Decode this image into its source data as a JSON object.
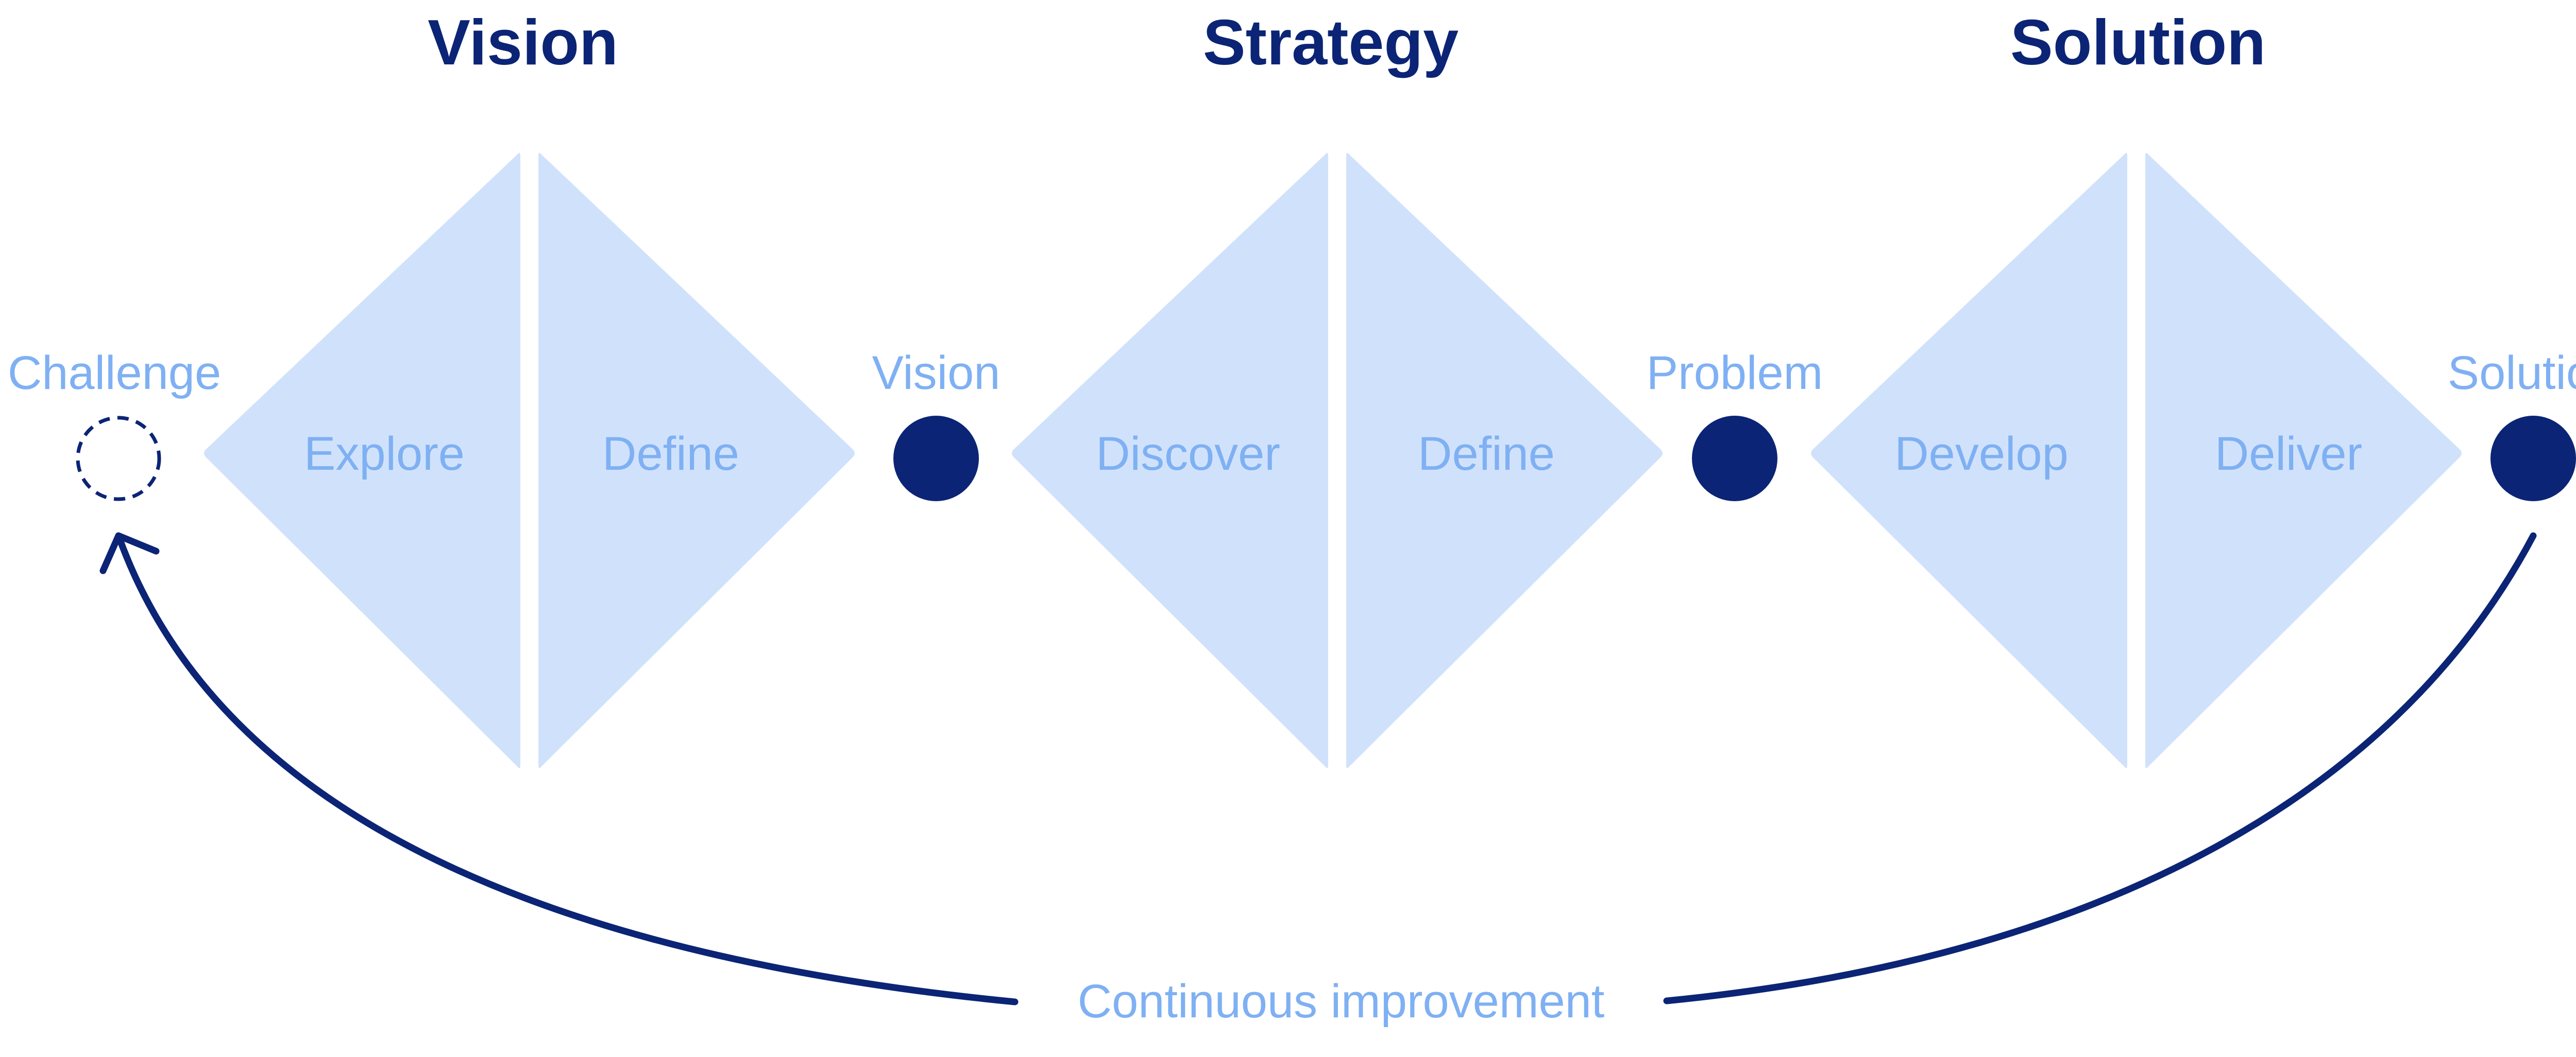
{
  "colors": {
    "heading": "#0b2475",
    "label": "#7fb0f3",
    "triangle_fill": "#d0e2fb",
    "milestone": "#0b2475",
    "background": "#ffffff"
  },
  "phases": [
    {
      "heading": "Vision",
      "left_label": "Explore",
      "right_label": "Define"
    },
    {
      "heading": "Strategy",
      "left_label": "Discover",
      "right_label": "Define"
    },
    {
      "heading": "Solution",
      "left_label": "Develop",
      "right_label": "Deliver"
    }
  ],
  "milestones": [
    {
      "label": "Challenge",
      "style": "dashed-outline"
    },
    {
      "label": "Vision",
      "style": "filled"
    },
    {
      "label": "Problem",
      "style": "filled"
    },
    {
      "label": "Solution",
      "style": "filled"
    }
  ],
  "loop": {
    "label": "Continuous improvement",
    "icon": "arrow-up-left-icon"
  }
}
